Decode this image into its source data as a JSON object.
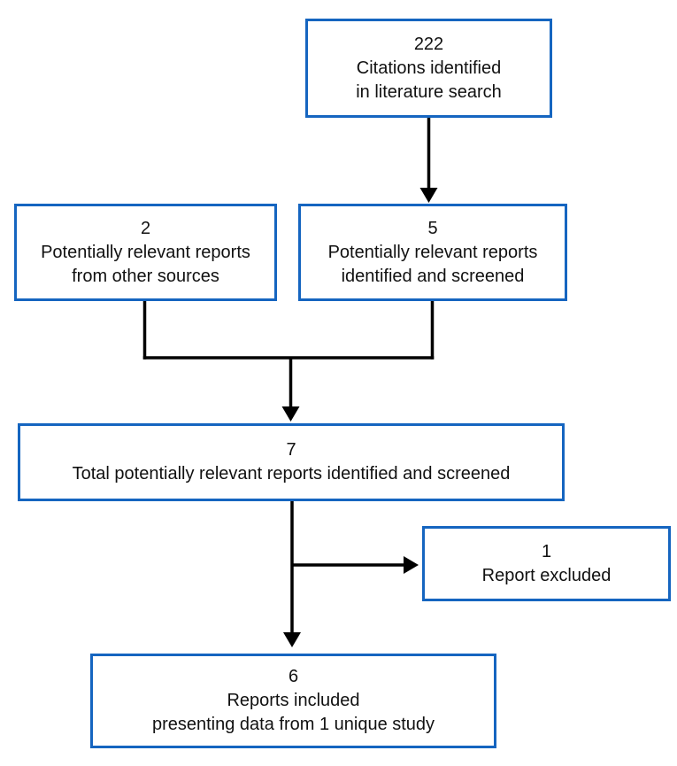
{
  "diagram": {
    "type": "flowchart",
    "description": "Literature search and study selection flow diagram",
    "colors": {
      "box_border": "#1565c0",
      "connector": "#000000",
      "text": "#111111",
      "background": "#ffffff"
    },
    "boxes": [
      {
        "id": "citations-identified",
        "count": "222",
        "label": "Citations identified\nin literature search"
      },
      {
        "id": "other-sources",
        "count": "2",
        "label": "Potentially relevant reports\nfrom other sources"
      },
      {
        "id": "identified-screened",
        "count": "5",
        "label": "Potentially relevant reports\nidentified and screened"
      },
      {
        "id": "total-relevant",
        "count": "7",
        "label": "Total potentially relevant reports identified and screened"
      },
      {
        "id": "report-excluded",
        "count": "1",
        "label": "Report excluded"
      },
      {
        "id": "reports-included",
        "count": "6",
        "label": "Reports included\npresenting data from 1 unique study"
      }
    ],
    "connections": [
      {
        "from": "citations-identified",
        "to": "identified-screened"
      },
      {
        "from": "other-sources",
        "to": "total-relevant"
      },
      {
        "from": "identified-screened",
        "to": "total-relevant"
      },
      {
        "from": "total-relevant",
        "to": "report-excluded"
      },
      {
        "from": "total-relevant",
        "to": "reports-included"
      }
    ]
  }
}
